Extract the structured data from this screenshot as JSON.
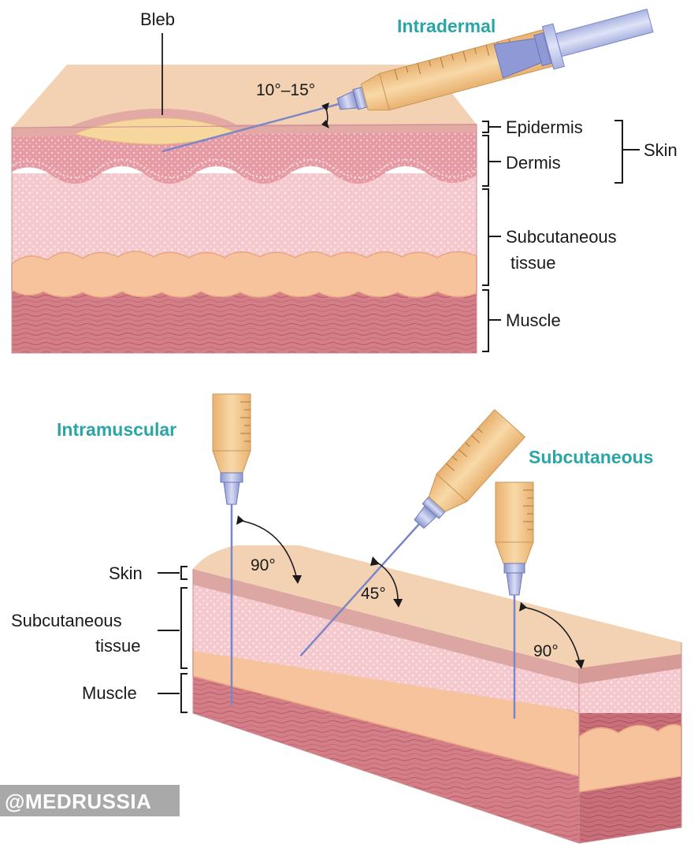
{
  "top": {
    "title": "Intradermal",
    "bleb_label": "Bleb",
    "angle_label": "10°–15°",
    "layers": {
      "epidermis": "Epidermis",
      "dermis": "Dermis",
      "skin": "Skin",
      "subcutaneous_line1": "Subcutaneous",
      "subcutaneous_line2": "tissue",
      "muscle": "Muscle"
    }
  },
  "bottom": {
    "intramuscular_title": "Intramuscular",
    "subcutaneous_title": "Subcutaneous",
    "im_angle": "90°",
    "sc_angle_45": "45°",
    "sc_angle_90": "90°",
    "layers": {
      "skin": "Skin",
      "subcutaneous_line1": "Subcutaneous",
      "subcutaneous_line2": "tissue",
      "muscle": "Muscle"
    }
  },
  "watermark": "@MEDRUSSIA",
  "colors": {
    "title_teal": "#2aa6a6",
    "skin_top": "#f3d2b3",
    "dermis": "#e49aa2",
    "subcutaneous": "#f4c8cd",
    "fat": "#f6c4a0",
    "muscle": "#d27c86",
    "needle": "#7b86c8",
    "syringe": "#f2c88e"
  }
}
